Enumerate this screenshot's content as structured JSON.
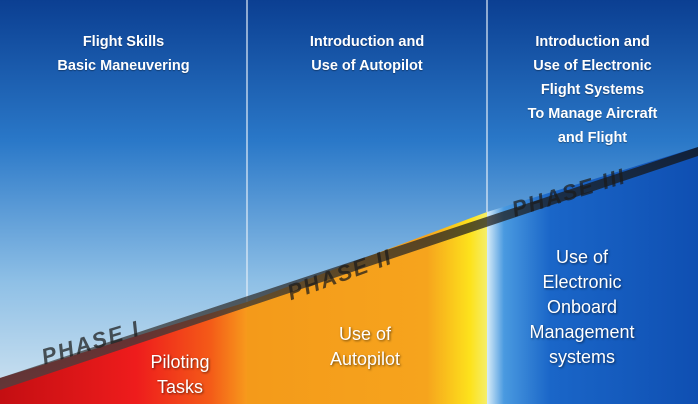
{
  "columns": [
    {
      "heading": "Flight Skills\nBasic Maneuvering",
      "phase": "PHASE I",
      "body": "Piloting\nTasks",
      "color": "#e81a1a"
    },
    {
      "heading": "Introduction and\nUse of Autopilot",
      "phase": "PHASE II",
      "body": "Use of\nAutopilot",
      "color": "#f7a21c"
    },
    {
      "heading": "Introduction and\nUse of Electronic\nFlight Systems\nTo Manage Aircraft\nand Flight",
      "phase": "PHASE III",
      "body": "Use of\nElectronic\nOnboard\nManagement\nsystems",
      "color": "#1a66c8"
    }
  ],
  "colors": {
    "sky_top": "#0b3f92",
    "sky_bottom": "#cfe3f2",
    "divider": "#e4eef8",
    "phase_band": "#1b1b1b"
  }
}
